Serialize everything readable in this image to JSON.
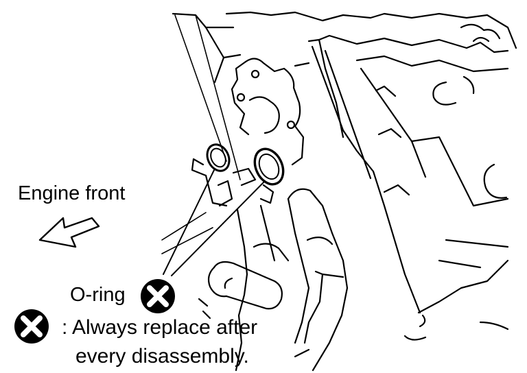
{
  "labels": {
    "engine_front": "Engine front",
    "o_ring": "O-ring",
    "legend_line1": ": Always replace after",
    "legend_line2": "every disassembly."
  },
  "symbols": {
    "replace_marker_icon": "circle-x-icon"
  },
  "colors": {
    "ink": "#000000",
    "paper": "#ffffff"
  }
}
